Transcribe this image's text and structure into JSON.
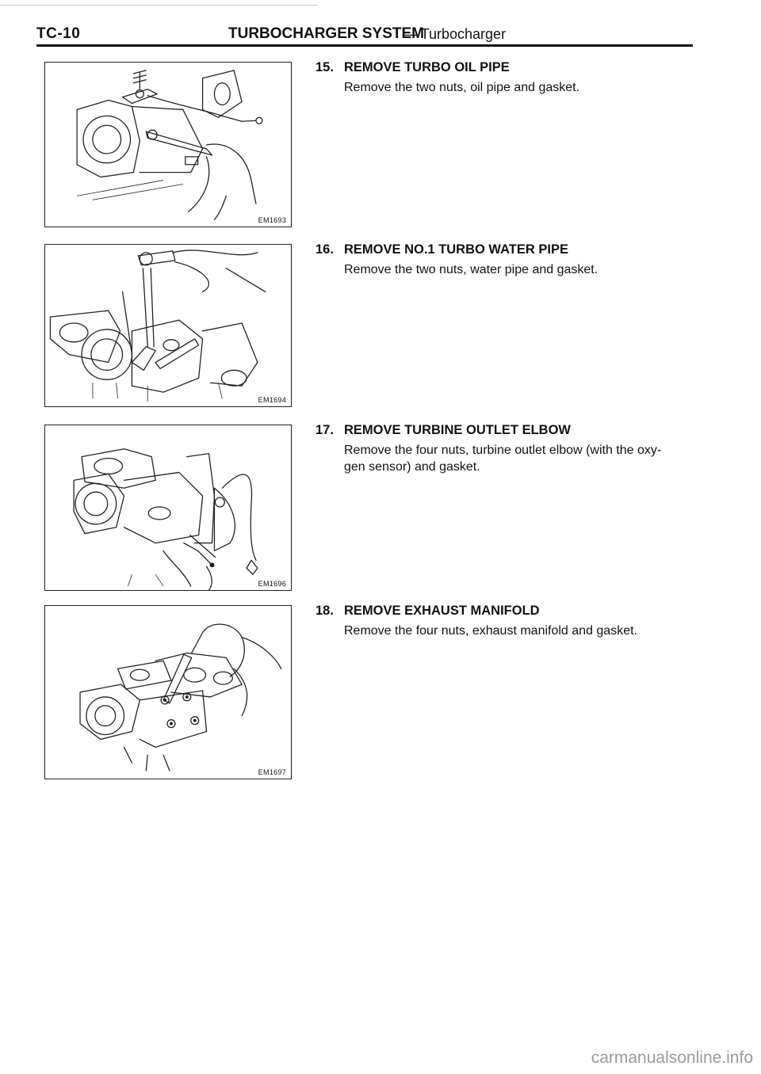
{
  "header": {
    "page_code": "TC-10",
    "title": "TURBOCHARGER SYSTEM",
    "subtitle": "— Turbocharger"
  },
  "figures": [
    {
      "code": "EM1693"
    },
    {
      "code": "EM1694"
    },
    {
      "code": "EM1696"
    },
    {
      "code": "EM1697"
    }
  ],
  "steps": [
    {
      "number": "15.",
      "title": "REMOVE TURBO OIL PIPE",
      "lines": [
        "Remove the two nuts, oil pipe and gasket."
      ]
    },
    {
      "number": "16.",
      "title": "REMOVE NO.1 TURBO WATER PIPE",
      "lines": [
        "Remove the two nuts, water pipe and gasket."
      ]
    },
    {
      "number": "17.",
      "title": "REMOVE TURBINE OUTLET ELBOW",
      "lines": [
        "Remove the four nuts, turbine outlet elbow (with the oxy-",
        "gen sensor) and gasket."
      ]
    },
    {
      "number": "18.",
      "title": "REMOVE EXHAUST MANIFOLD",
      "lines": [
        "Remove the four nuts, exhaust manifold and gasket."
      ]
    }
  ],
  "footer": {
    "watermark": "carmanualsonline.info"
  }
}
